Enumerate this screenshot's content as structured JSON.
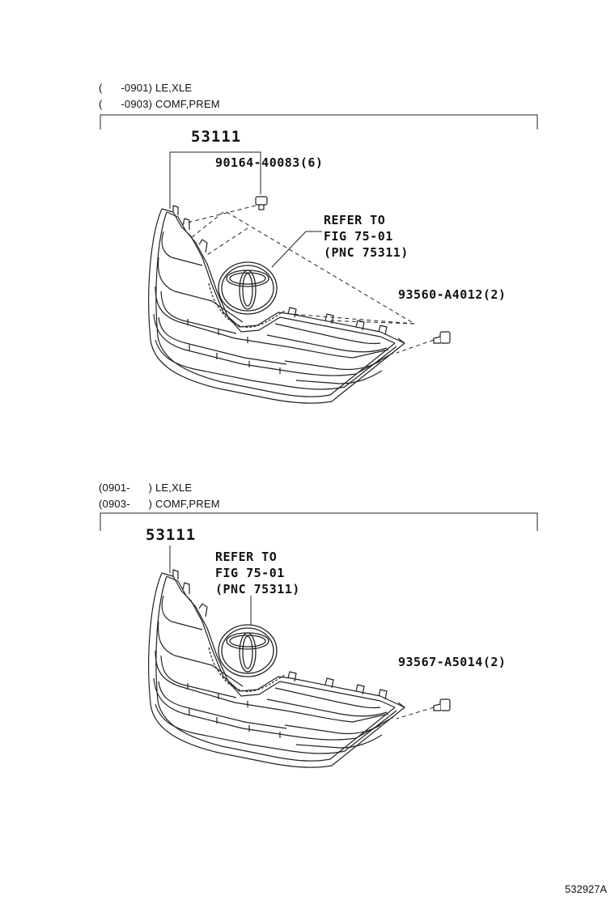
{
  "section_top": {
    "range_line1": "(      -0901) LE,XLE",
    "range_line2": "(      -0903) COMF,PREM",
    "grille_part": "53111",
    "bolt_part": "90164-40083(6)",
    "refer_line1": "REFER TO",
    "refer_line2": "FIG 75-01",
    "refer_line3": "(PNC 75311)",
    "clip_part": "93560-A4012(2)"
  },
  "section_bottom": {
    "range_line1": "(0901-      ) LE,XLE",
    "range_line2": "(0903-      ) COMF,PREM",
    "grille_part": "53111",
    "refer_line1": "REFER TO",
    "refer_line2": "FIG 75-01",
    "refer_line3": "(PNC 75311)",
    "clip_part": "93567-A5014(2)"
  },
  "figure_code": "532927A"
}
